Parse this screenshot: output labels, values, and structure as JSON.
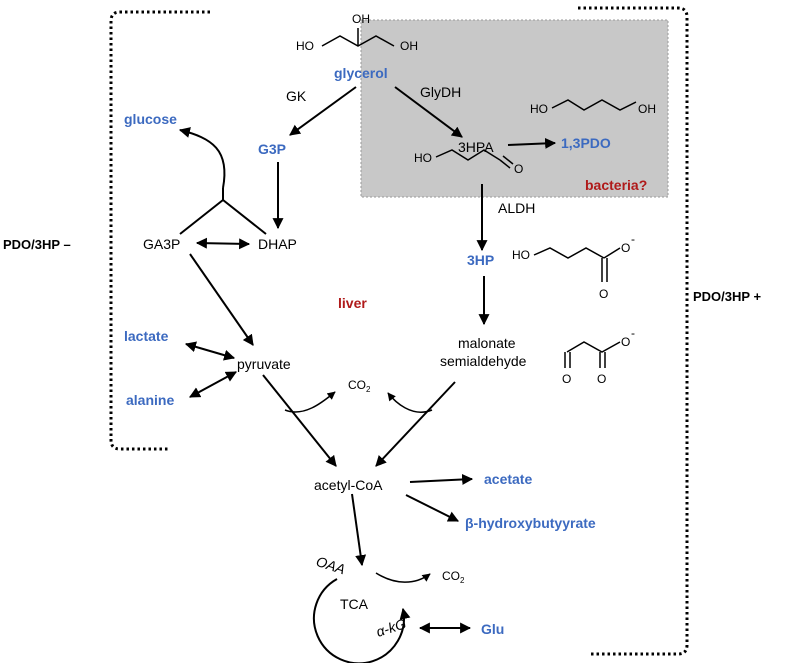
{
  "colors": {
    "metabolite_blue": "#3c6ac0",
    "label_red": "#b01a1a",
    "bacteria_box": "#c8c8c8"
  },
  "side_labels": {
    "left": "PDO/3HP –",
    "right": "PDO/3HP +"
  },
  "compartments": {
    "liver": "liver",
    "bacteria": "bacteria?"
  },
  "metabolites": {
    "glycerol": "glycerol",
    "g3p": "G3P",
    "glucose": "glucose",
    "ga3p": "GA3P",
    "dhap": "DHAP",
    "three_hpa": "3HPA",
    "one_three_pdo": "1,3PDO",
    "three_hp": "3HP",
    "malonate_line1": "malonate",
    "malonate_line2": "semialdehyde",
    "lactate": "lactate",
    "pyruvate": "pyruvate",
    "alanine": "alanine",
    "acetyl_coa": "acetyl-CoA",
    "acetate": "acetate",
    "hydroxybutyrate": "β-hydroxybutyyrate",
    "oaa": "OAA",
    "tca": "TCA",
    "akg": "α-kG",
    "glu": "Glu",
    "co2_base": "CO",
    "co2_sub": "2"
  },
  "enzymes": {
    "gk": "GK",
    "glydh": "GlyDH",
    "aldh": "ALDH"
  },
  "structure_atoms": {
    "oh": "OH",
    "ho": "HO",
    "o": "O",
    "o_minus": "-"
  }
}
